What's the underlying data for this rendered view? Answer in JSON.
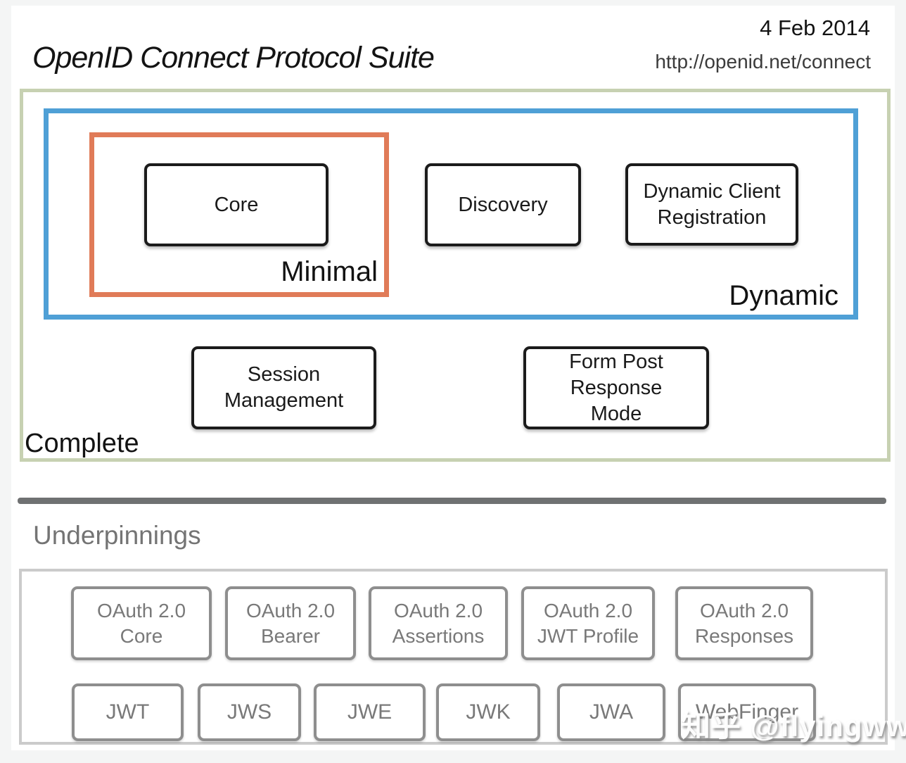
{
  "header": {
    "title": "OpenID Connect Protocol Suite",
    "date": "4 Feb 2014",
    "url": "http://openid.net/connect"
  },
  "suite": {
    "groups": {
      "complete": {
        "label": "Complete",
        "border_color": "#c7d1b2"
      },
      "dynamic": {
        "label": "Dynamic",
        "border_color": "#4fa0d6"
      },
      "minimal": {
        "label": "Minimal",
        "border_color": "#e07b58"
      }
    },
    "specs": {
      "core": "Core",
      "discovery": "Discovery",
      "dynamic_client_registration": "Dynamic Client Registration",
      "session_management": "Session Management",
      "form_post_response_mode": "Form Post Response Mode"
    }
  },
  "underpinnings": {
    "heading": "Underpinnings",
    "row1": [
      "OAuth 2.0 Core",
      "OAuth 2.0 Bearer",
      "OAuth 2.0 Assertions",
      "OAuth 2.0 JWT Profile",
      "OAuth 2.0 Responses"
    ],
    "row2": [
      "JWT",
      "JWS",
      "JWE",
      "JWK",
      "JWA",
      "WebFinger"
    ]
  },
  "watermark": "知乎 @flyingww"
}
